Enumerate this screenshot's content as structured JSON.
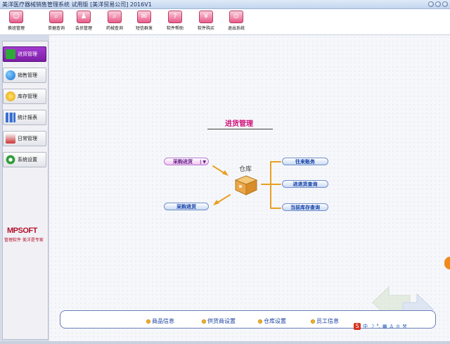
{
  "window": {
    "title": "美洋医疗器械销售管理系统 试用版 [美洋贸易公司] 2016V1"
  },
  "toolbar": {
    "buttons": [
      {
        "icon": "customer-icon",
        "label": "换班管理"
      },
      {
        "icon": "search-icon",
        "label": "单据查询"
      },
      {
        "icon": "members-icon",
        "label": "会员管理"
      },
      {
        "icon": "query-icon",
        "label": "药械查询"
      },
      {
        "icon": "sms-icon",
        "label": "短信群发"
      },
      {
        "icon": "help-icon",
        "label": "软件帮助"
      },
      {
        "icon": "purchase-icon",
        "label": "软件购买"
      },
      {
        "icon": "exit-icon",
        "label": "退出系统"
      }
    ]
  },
  "sidebar": {
    "items": [
      {
        "label": "进货管理",
        "active": true,
        "icon": "plus-icon"
      },
      {
        "label": "销售管理",
        "active": false,
        "icon": "sales-icon"
      },
      {
        "label": "库存管理",
        "active": false,
        "icon": "star-icon"
      },
      {
        "label": "统计报表",
        "active": false,
        "icon": "bar-chart-icon"
      },
      {
        "label": "日常管理",
        "active": false,
        "icon": "daily-icon"
      },
      {
        "label": "系统设置",
        "active": false,
        "icon": "gear-icon"
      }
    ],
    "logo": "MPSOFT",
    "logo_sub": "管理软件 美洋是专家"
  },
  "main": {
    "section_title": "进货管理",
    "warehouse_label": "仓库",
    "left_actions": [
      {
        "label": "采购进货",
        "has_dropdown": true
      },
      {
        "label": "采购退货",
        "has_dropdown": false
      }
    ],
    "right_actions": [
      {
        "label": "往来账务"
      },
      {
        "label": "进退货查询"
      },
      {
        "label": "当前库存查询"
      }
    ]
  },
  "bottom_bar": {
    "items": [
      {
        "label": "商品信息"
      },
      {
        "label": "供货商设置"
      },
      {
        "label": "仓库设置"
      },
      {
        "label": "员工信息"
      }
    ]
  },
  "ime_bar": {
    "brand": "S",
    "mode": "中"
  },
  "colors": {
    "accent_pink": "#d1107a",
    "active_sidebar": "#8a2bb8",
    "link_blue": "#0b3aa3",
    "connector_orange": "#e8a020"
  }
}
